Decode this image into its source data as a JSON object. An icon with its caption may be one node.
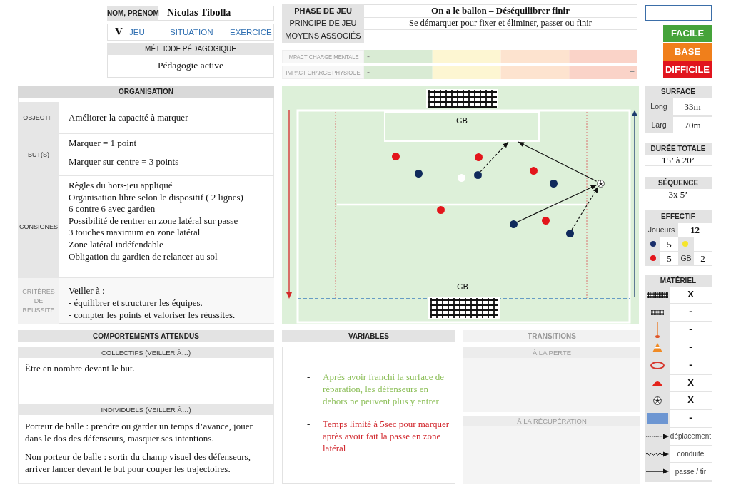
{
  "diagram": {
    "nodes": [
      {
        "text": [
          "NOM, PRÉNOM",
          "Nicolas Tibolla"
        ]
      },
      {
        "text": [
          "V",
          "JEU",
          "SITUATION",
          "EXERCICE"
        ]
      },
      {
        "text": [
          "MÉTHODE PÉDAGOGIQUE",
          "Pédagogie active"
        ]
      },
      {
        "text": [
          "PHASE DE JEU",
          "PRINCIPE DE JEU",
          "MOYENS ASSOCIÉS",
          "On a le ballon – Déséquilibrer finir",
          "Se démarquer pour fixer et éliminer, passer ou finir"
        ]
      },
      {
        "text": [
          "IMPACT CHARGE MENTALE",
          "-",
          "+"
        ]
      },
      {
        "text": [
          "IMPACT CHARGE PHYSIQUE",
          "-",
          "+"
        ]
      },
      {
        "text": [],
        "shape": "box"
      },
      {
        "text": [
          "FACILE"
        ]
      },
      {
        "text": [
          "BASE"
        ]
      },
      {
        "text": [
          "DIFFICILE"
        ]
      },
      {
        "text": [
          "ORGANISATION"
        ]
      },
      {
        "text": [
          "OBJECTIF",
          "Améliorer la capacité à marquer"
        ],
        "in": 10
      },
      {
        "text": [
          "BUT(S)",
          "Marquer = 1 point",
          "Marquer sur centre = 3 points"
        ],
        "in": 10
      },
      {
        "text": [
          "CONSIGNES",
          "Règles du hors-jeu appliqué",
          "Organisation libre selon le dispositif ( 2 lignes)",
          "6 contre 6 avec gardien",
          "Possibilité de rentrer en zone latéral sur passe",
          "3 touches maximum en zone latéral",
          "Zone latéral indéfendable",
          "Obligation du gardien de relancer au sol"
        ],
        "in": 10
      },
      {
        "text": [
          "CRITÈRES DE RÉUSSITE",
          "Veiller à :",
          "- équilibrer et structurer les équipes.",
          "- compter les points et valoriser les réussites."
        ],
        "in": 10
      },
      {
        "text": [],
        "shape": "picture"
      },
      {
        "text": [
          "GB"
        ],
        "in": 15
      },
      {
        "text": [],
        "shape": "circle",
        "in": 15
      },
      {
        "text": [],
        "shape": "circle",
        "in": 15
      },
      {
        "text": [],
        "shape": "circle",
        "in": 15
      },
      {
        "text": [],
        "shape": "circle",
        "in": 15
      },
      {
        "text": [],
        "shape": "circle",
        "in": 15
      },
      {
        "text": [],
        "shape": "circle",
        "in": 15
      },
      {
        "text": [],
        "shape": "circle",
        "in": 15
      },
      {
        "text": [],
        "shape": "circle",
        "in": 15
      },
      {
        "text": [],
        "shape": "circle",
        "in": 15
      },
      {
        "text": [],
        "shape": "circle",
        "in": 15
      },
      {
        "text": [],
        "shape": "circle",
        "in": 15
      },
      {
        "text": [],
        "shape": "ball",
        "in": 15
      },
      {
        "text": [
          "SURFACE",
          "Long",
          "33m",
          "Larg",
          "70m"
        ]
      },
      {
        "text": [
          "DURÉE TOTALE",
          "15’ à 20’"
        ]
      },
      {
        "text": [
          "SÉQUENCE",
          "3x 5’"
        ]
      },
      {
        "text": [
          "EFFECTIF",
          "Joueurs",
          "12",
          "5",
          "-",
          "5",
          "GB",
          "2"
        ]
      },
      {
        "text": [
          "MATÉRIEL",
          "X",
          "-",
          "-",
          "-",
          "-",
          "X",
          "X",
          "-"
        ]
      },
      {
        "text": [
          "COMPORTEMENTS ATTENDUS"
        ]
      },
      {
        "text": [
          "COLLECTIFS (VEILLER À…)",
          "Être en nombre devant le but."
        ],
        "in": 34
      },
      {
        "text": [
          "INDIVIDUELS (VEILLER À…)",
          "Porteur de balle : prendre ou garder un temps d’avance, jouer dans le dos des défenseurs, masquer ses intentions.",
          "Non porteur de balle : sortir du champ visuel des défenseurs, arriver lancer devant le but pour couper les trajectoires."
        ],
        "in": 34
      },
      {
        "text": [
          "VARIABLES",
          "-",
          "Après avoir franchi la surface de réparation, les défenseurs en dehors ne peuvent plus y entrer",
          "-",
          "Temps limité à 5sec pour marquer après avoir fait la passe en zone latéral"
        ]
      },
      {
        "text": [
          "TRANSITIONS"
        ]
      },
      {
        "text": [
          "À LA PERTE"
        ],
        "in": 38
      },
      {
        "text": [
          "À LA RÉCUPÉRATION"
        ],
        "in": 38
      }
    ],
    "edges": [
      {
        "from": 21,
        "to": 16,
        "arrow": "to",
        "style": "dashed"
      },
      {
        "from": 28,
        "to": 16,
        "arrow": "to"
      },
      {
        "from": 23,
        "to": 28,
        "arrow": "to"
      },
      {
        "from": 27,
        "to": 28,
        "arrow": "to",
        "style": "dashed"
      }
    ],
    "labels": [
      "GB"
    ],
    "legend": [
      {
        "text": "déplacement"
      },
      {
        "text": "conduite"
      },
      {
        "text": "passe / tir"
      }
    ]
  }
}
